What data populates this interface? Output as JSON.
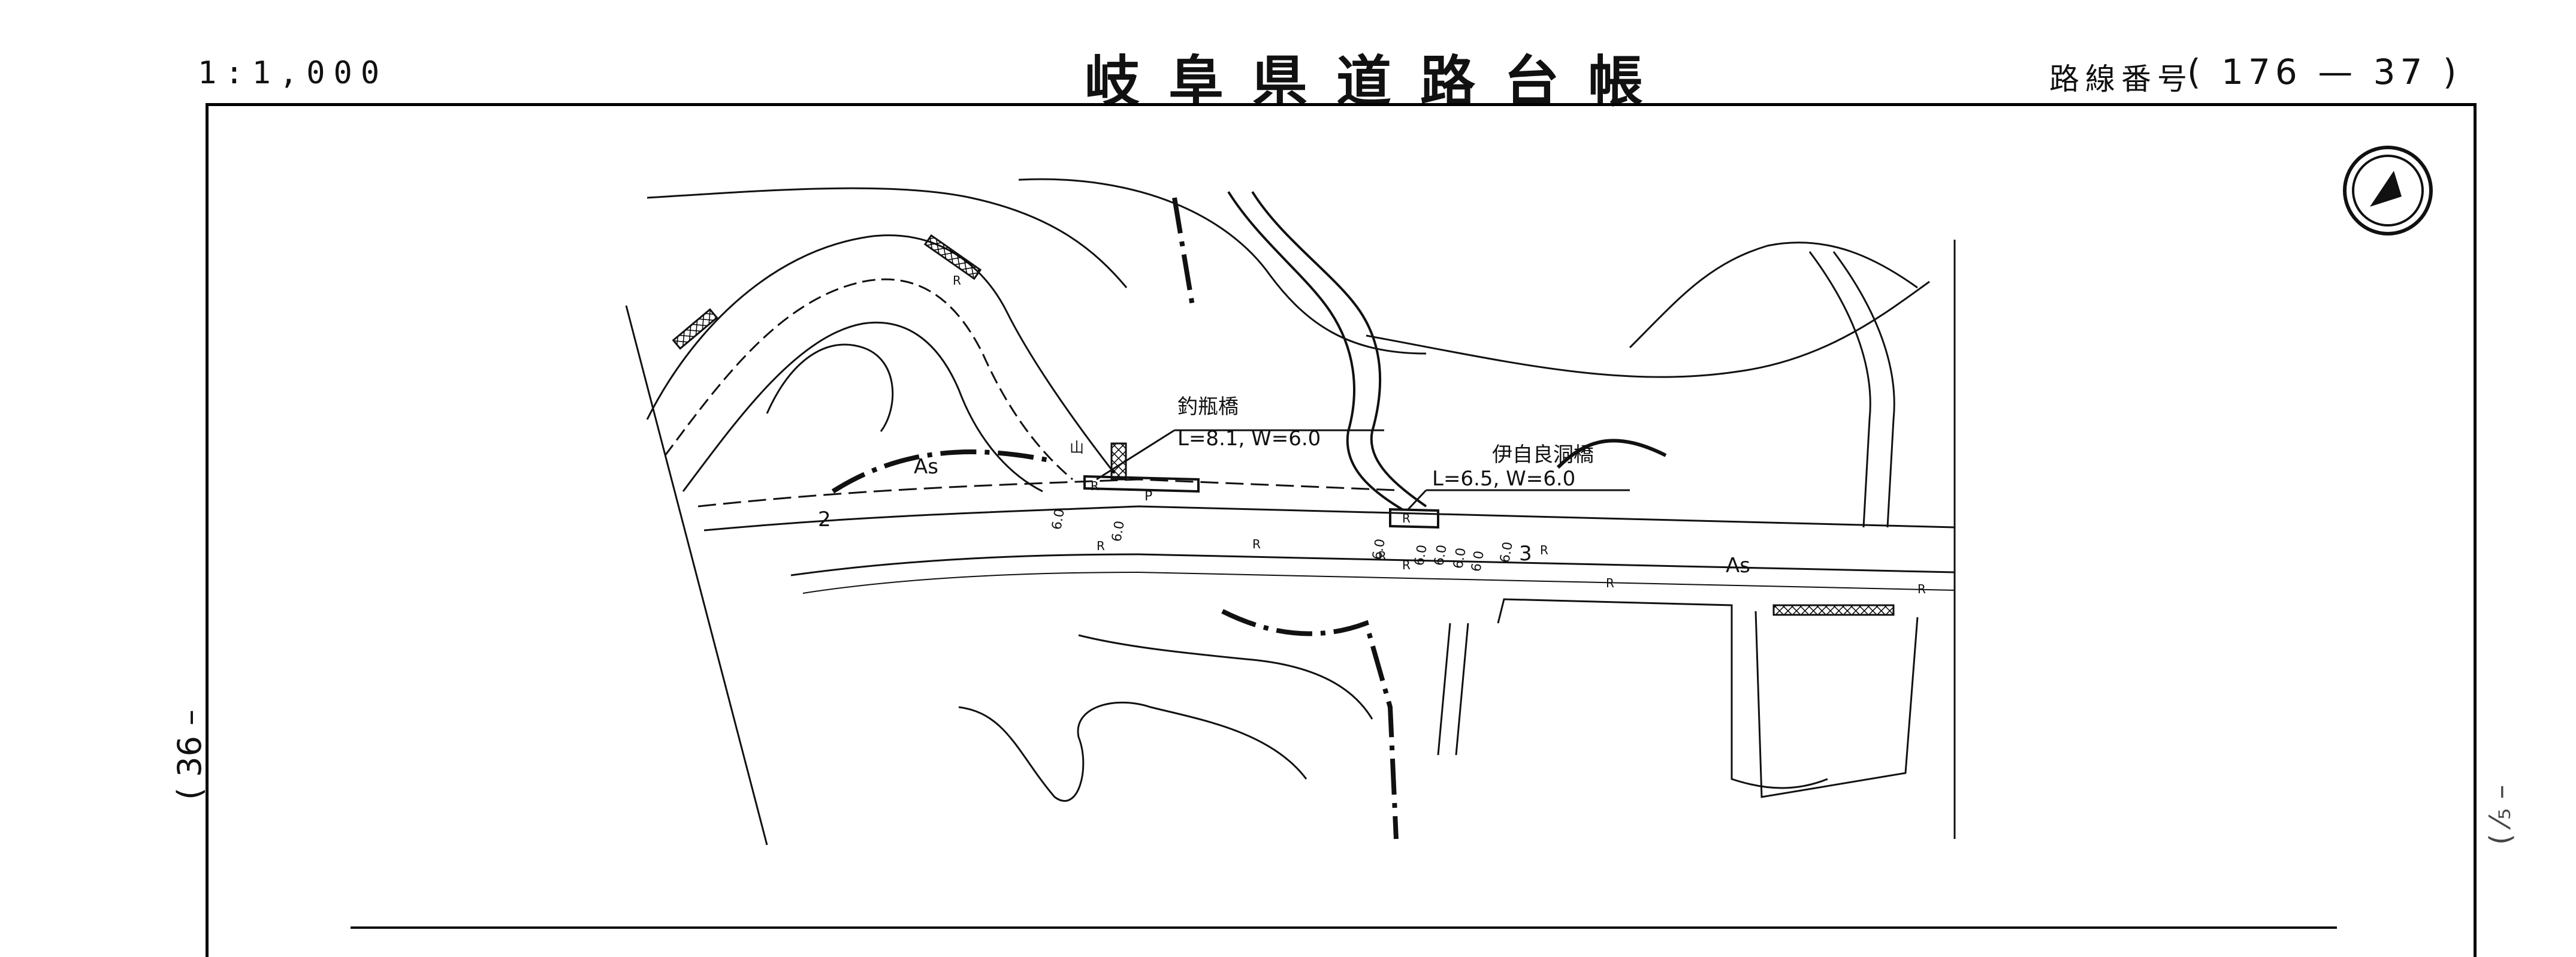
{
  "sheet": {
    "scale": "1:1,000",
    "title": "岐阜県道路台帳",
    "route_label": "路線番号",
    "route_number": "( 176 — 37 )",
    "side_left": "( 36 –",
    "side_right": "( ⁄₅ –"
  },
  "map": {
    "bridges": [
      {
        "name": "釣瓶橋",
        "dims": "L=8.1, W=6.0"
      },
      {
        "name": "伊自良洞橋",
        "dims": "L=6.5, W=6.0"
      }
    ],
    "surface_labels": [
      "As",
      "As"
    ],
    "section_numbers": [
      "2",
      "3"
    ],
    "width_labels": [
      "6.0",
      "6.0",
      "6.0",
      "6.0",
      "6.0",
      "6.0",
      "6.0",
      "6.0"
    ],
    "r_marks": [
      "R",
      "R",
      "R",
      "R",
      "R",
      "R",
      "R",
      "R",
      "R",
      "R"
    ],
    "p_mark": "P",
    "shrine_symbol": "山",
    "north_arrow": "north-arrow-icon"
  },
  "colors": {
    "ink": "#111111",
    "paper": "#ffffff"
  }
}
